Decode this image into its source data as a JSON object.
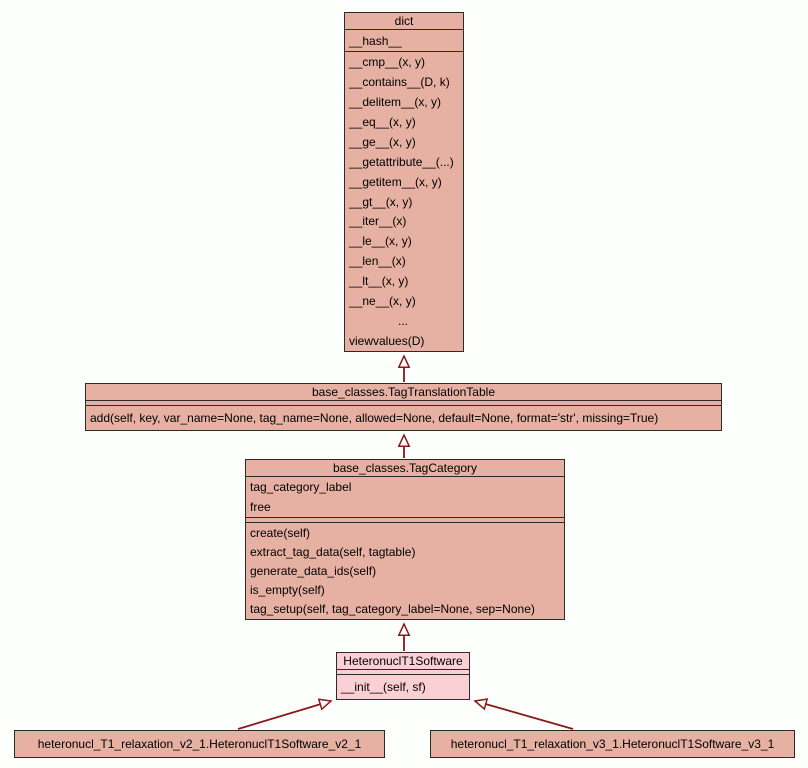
{
  "diagram": {
    "type": "uml-inheritance-diagram",
    "colors": {
      "background": "#FDFFFD",
      "class_fill": "#E6B0A2",
      "highlight_fill": "#FBD0D5",
      "border": "#2b2b2b",
      "arrow": "#8B1717",
      "text": "#000000"
    }
  },
  "classes": {
    "dict": {
      "title": "dict",
      "attributes": [
        "__hash__"
      ],
      "methods": [
        "__cmp__(x, y)",
        "__contains__(D, k)",
        "__delitem__(x, y)",
        "__eq__(x, y)",
        "__ge__(x, y)",
        "__getattribute__(...)",
        "__getitem__(x, y)",
        "__gt__(x, y)",
        "__iter__(x)",
        "__le__(x, y)",
        "__len__(x)",
        "__lt__(x, y)",
        "__ne__(x, y)",
        "...",
        "viewvalues(D)"
      ]
    },
    "tag_translation_table": {
      "title": "base_classes.TagTranslationTable",
      "attributes": [],
      "methods": [
        "add(self, key, var_name=None, tag_name=None, allowed=None, default=None, format='str', missing=True)"
      ]
    },
    "tag_category": {
      "title": "base_classes.TagCategory",
      "attributes": [
        "tag_category_label",
        "free"
      ],
      "methods": [
        "create(self)",
        "extract_tag_data(self, tagtable)",
        "generate_data_ids(self)",
        "is_empty(self)",
        "tag_setup(self, tag_category_label=None, sep=None)"
      ]
    },
    "heteronucl_t1_software": {
      "title": "HeteronuclT1Software",
      "attributes": [],
      "methods": [
        "__init__(self, sf)"
      ]
    },
    "v2": {
      "title": "heteronucl_T1_relaxation_v2_1.HeteronuclT1Software_v2_1"
    },
    "v3": {
      "title": "heteronucl_T1_relaxation_v3_1.HeteronuclT1Software_v3_1"
    }
  },
  "relations": [
    {
      "from": "base_classes.TagTranslationTable",
      "to": "dict",
      "type": "inheritance"
    },
    {
      "from": "base_classes.TagCategory",
      "to": "base_classes.TagTranslationTable",
      "type": "inheritance"
    },
    {
      "from": "HeteronuclT1Software",
      "to": "base_classes.TagCategory",
      "type": "inheritance"
    },
    {
      "from": "heteronucl_T1_relaxation_v2_1.HeteronuclT1Software_v2_1",
      "to": "HeteronuclT1Software",
      "type": "inheritance"
    },
    {
      "from": "heteronucl_T1_relaxation_v3_1.HeteronuclT1Software_v3_1",
      "to": "HeteronuclT1Software",
      "type": "inheritance"
    }
  ]
}
